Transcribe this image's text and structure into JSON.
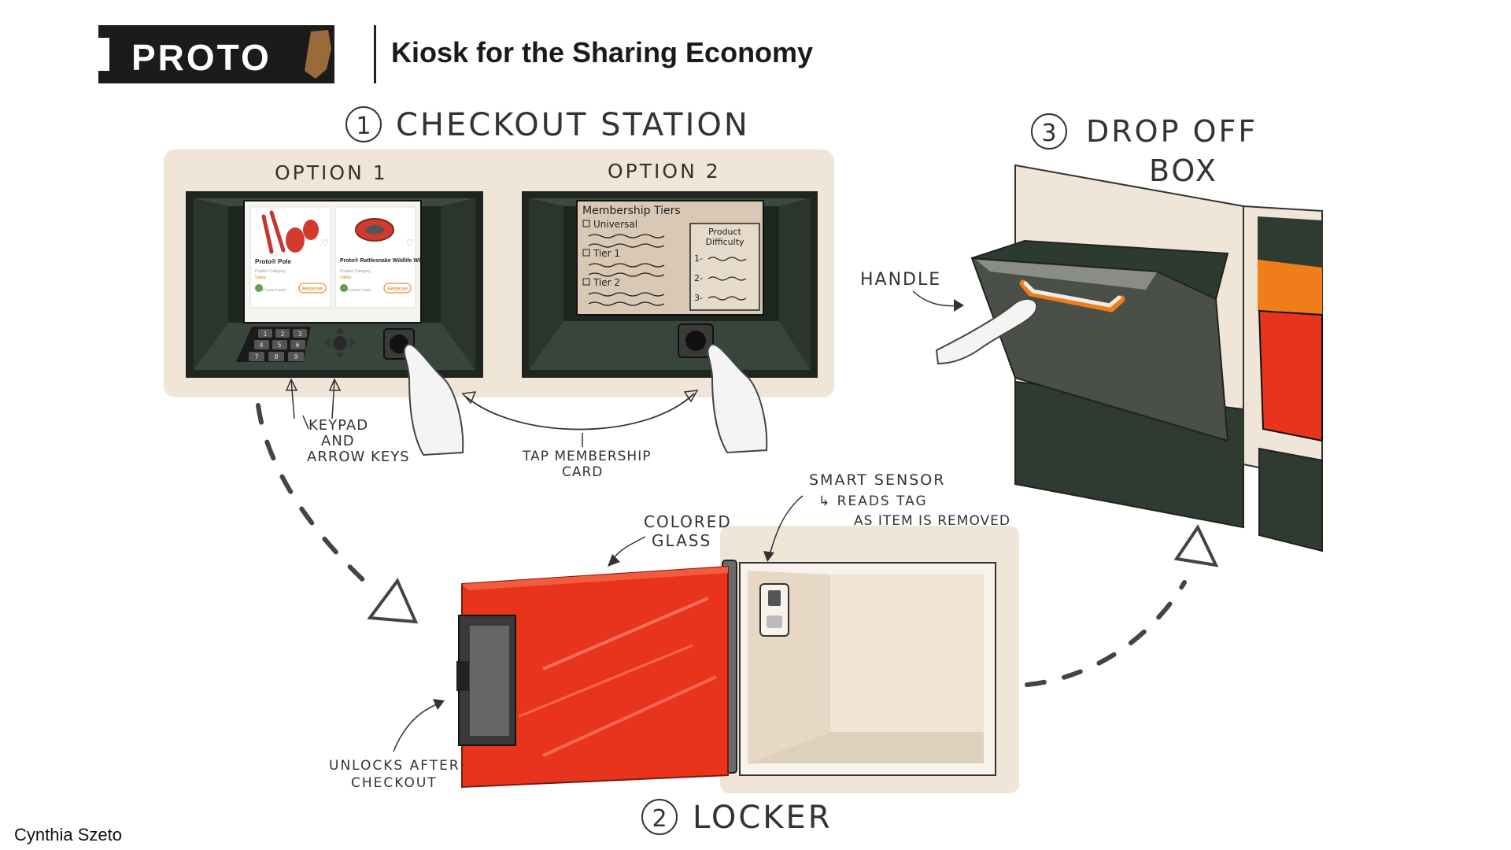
{
  "header": {
    "logo_text": "PROTO",
    "title": "Kiosk for the Sharing Economy"
  },
  "sections": {
    "checkout": {
      "number": "1",
      "title": "CHECKOUT STATION",
      "option1_label": "OPTION 1",
      "option2_label": "OPTION 2",
      "screen1": {
        "card1_name": "Proto® Pole",
        "card1_category": "Product Category",
        "card1_sub": "Safety",
        "card1_level": "A Lyons Level",
        "card1_button": "Reserve",
        "card2_name": "Proto® Rattlesnake Wildlife Whistle",
        "card2_category": "Product Category",
        "card2_sub": "Safety",
        "card2_level": "A Lyons Level",
        "card2_button": "Reserve"
      },
      "screen2": {
        "heading": "Membership Tiers",
        "tier0": "Universal",
        "tier1": "Tier 1",
        "tier2": "Tier 2",
        "difficulty_title_1": "Product",
        "difficulty_title_2": "Difficulty",
        "diff1": "1-",
        "diff2": "2-",
        "diff3": "3-"
      },
      "keypad_keys": [
        "1",
        "2",
        "3",
        "4",
        "5",
        "6",
        "7",
        "8",
        "9"
      ],
      "annotation_keypad_1": "KEYPAD",
      "annotation_keypad_2": "AND",
      "annotation_keypad_3": "ARROW KEYS",
      "annotation_tap_1": "TAP MEMBERSHIP",
      "annotation_tap_2": "CARD"
    },
    "locker": {
      "number": "2",
      "title": "LOCKER",
      "annotation_glass_1": "COLORED",
      "annotation_glass_2": "GLASS",
      "annotation_sensor_1": "SMART SENSOR",
      "annotation_sensor_2": "↳ READS TAG",
      "annotation_sensor_3": "AS ITEM IS REMOVED",
      "annotation_unlock_1": "UNLOCKS AFTER",
      "annotation_unlock_2": "CHECKOUT"
    },
    "dropoff": {
      "number": "3",
      "title_1": "DROP OFF",
      "title_2": "BOX",
      "annotation_handle": "HANDLE"
    }
  },
  "credit": "Cynthia Szeto",
  "colors": {
    "logo_black": "#1b1b1b",
    "logo_brown": "#9a6a3a",
    "panel_beige": "#efe6d8",
    "kiosk_dark": "#2f3a30",
    "locker_red": "#e8341c",
    "orange": "#f07c1a"
  }
}
